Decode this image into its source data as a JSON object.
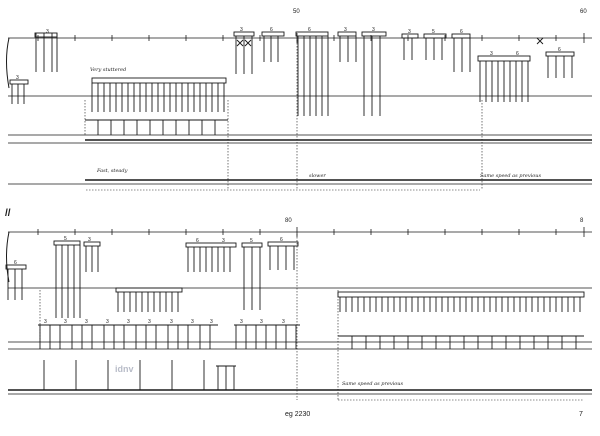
{
  "system1": {
    "measure_number_a": "50",
    "measure_number_b": "60",
    "instruction_1": "Very stuttered",
    "instruction_2": "Fast, steady",
    "instruction_3": "slower",
    "instruction_4": "Same speed as previous",
    "tuplets": [
      "3",
      "3",
      "3",
      "6",
      "3",
      "3",
      "3",
      "5",
      "6",
      "3",
      "6",
      "6",
      "6"
    ]
  },
  "system2": {
    "measure_number_a": "80",
    "measure_number_b": "8",
    "instruction_1": "Same speed as previous",
    "tuplets": [
      "6",
      "5",
      "3",
      "6",
      "3",
      "5",
      "6",
      "3",
      "3",
      "3",
      "3",
      "3",
      "3",
      "3",
      "3",
      "3",
      "3",
      "3",
      "3"
    ]
  },
  "section_mark": "//",
  "watermark": "idnv",
  "footer": {
    "catalog": "eg 2230",
    "page": "7"
  }
}
